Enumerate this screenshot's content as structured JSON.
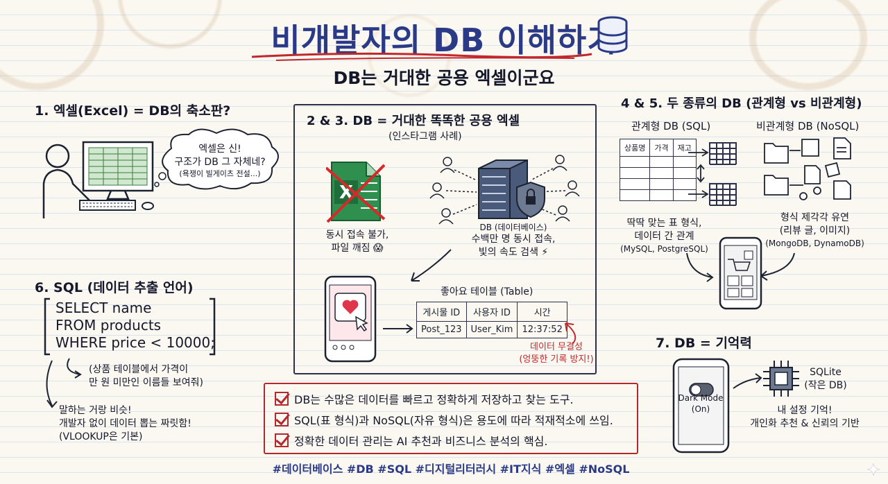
{
  "header": {
    "title": "비개발자의 DB 이해하기",
    "subtitle": "DB는 거대한 공용 엑셀이군요"
  },
  "section1": {
    "title": "1. 엑셀(Excel) = DB의 축소판?",
    "bubble_line1": "엑셀은 신!",
    "bubble_line2": "구조가 DB 그 자체네?",
    "bubble_line3": "(욕쟁이 빌게이츠 전설...)"
  },
  "section23": {
    "title": "2 & 3. DB = 거대한 똑똑한 공용 엑셀",
    "subtitle": "(인스타그램 사례)",
    "excel_caption_line1": "동시 접속 불가,",
    "excel_caption_line2": "파일 깨짐 😱",
    "db_label": "DB (데이터베이스)",
    "db_caption_line1": "수백만 명 동시 접속,",
    "db_caption_line2": "빛의 속도 검색 ⚡",
    "table_title": "좋아요 테이블 (Table)",
    "table_headers": [
      "게시물 ID",
      "사용자 ID",
      "시간"
    ],
    "table_row": [
      "Post_123",
      "User_Kim",
      "12:37:52"
    ],
    "integrity_line1": "데이터 무결성",
    "integrity_line2": "(엉뚱한 기록 방지!)"
  },
  "section45": {
    "title": "4 & 5. 두 종류의 DB (관계형 vs 비관계형)",
    "sql_label": "관계형 DB (SQL)",
    "nosql_label": "비관계형 DB (NoSQL)",
    "sql_table_headers": [
      "상품명",
      "가격",
      "재고"
    ],
    "sql_caption_line1": "딱딱 맞는 표 형식,",
    "sql_caption_line2": "데이터 간 관계",
    "sql_caption_line3": "(MySQL, PostgreSQL)",
    "nosql_caption_line1": "형식 제각각 유연",
    "nosql_caption_line2": "(리뷰 글, 이미지)",
    "nosql_caption_line3": "(MongoDB, DynamoDB)"
  },
  "section6": {
    "title": "6. SQL (데이터 추출 언어)",
    "code_line1": "SELECT name",
    "code_line2": "FROM products",
    "code_line3": "WHERE price < 10000;",
    "note_line1": "(상품 테이블에서 가격이",
    "note_line2": "만 원 미만인 이름들 보여줘)",
    "note2_line1": "말하는 거랑 비슷!",
    "note2_line2": "개발자 없이 데이터 뽑는 짜릿함!",
    "note2_line3": "(VLOOKUP은 기본)"
  },
  "summary": {
    "items": [
      "DB는 수많은 데이터를 빠르고 정확하게 저장하고 찾는 도구.",
      "SQL(표 형식)과 NoSQL(자유 형식)은 용도에 따라 적재적소에 쓰임.",
      "정확한 데이터 관리는 AI 추천과 비즈니스 분석의 핵심."
    ]
  },
  "hashtags": "#데이터베이스 #DB #SQL #디지털리터러시 #IT지식 #엑셀 #NoSQL",
  "section7": {
    "title": "7. DB = 기억력",
    "phone_line1": "Dark Mode",
    "phone_line2": "(On)",
    "sqlite_line1": "SQLite",
    "sqlite_line2": "(작은 DB)",
    "caption_line1": "내 설정 기억!",
    "caption_line2": "개인화 추천 & 신뢰의 기반"
  },
  "colors": {
    "title_blue": "#2a3a86",
    "accent_red": "#c0282e",
    "ink": "#1c2230",
    "paper": "#fbf8f1"
  }
}
